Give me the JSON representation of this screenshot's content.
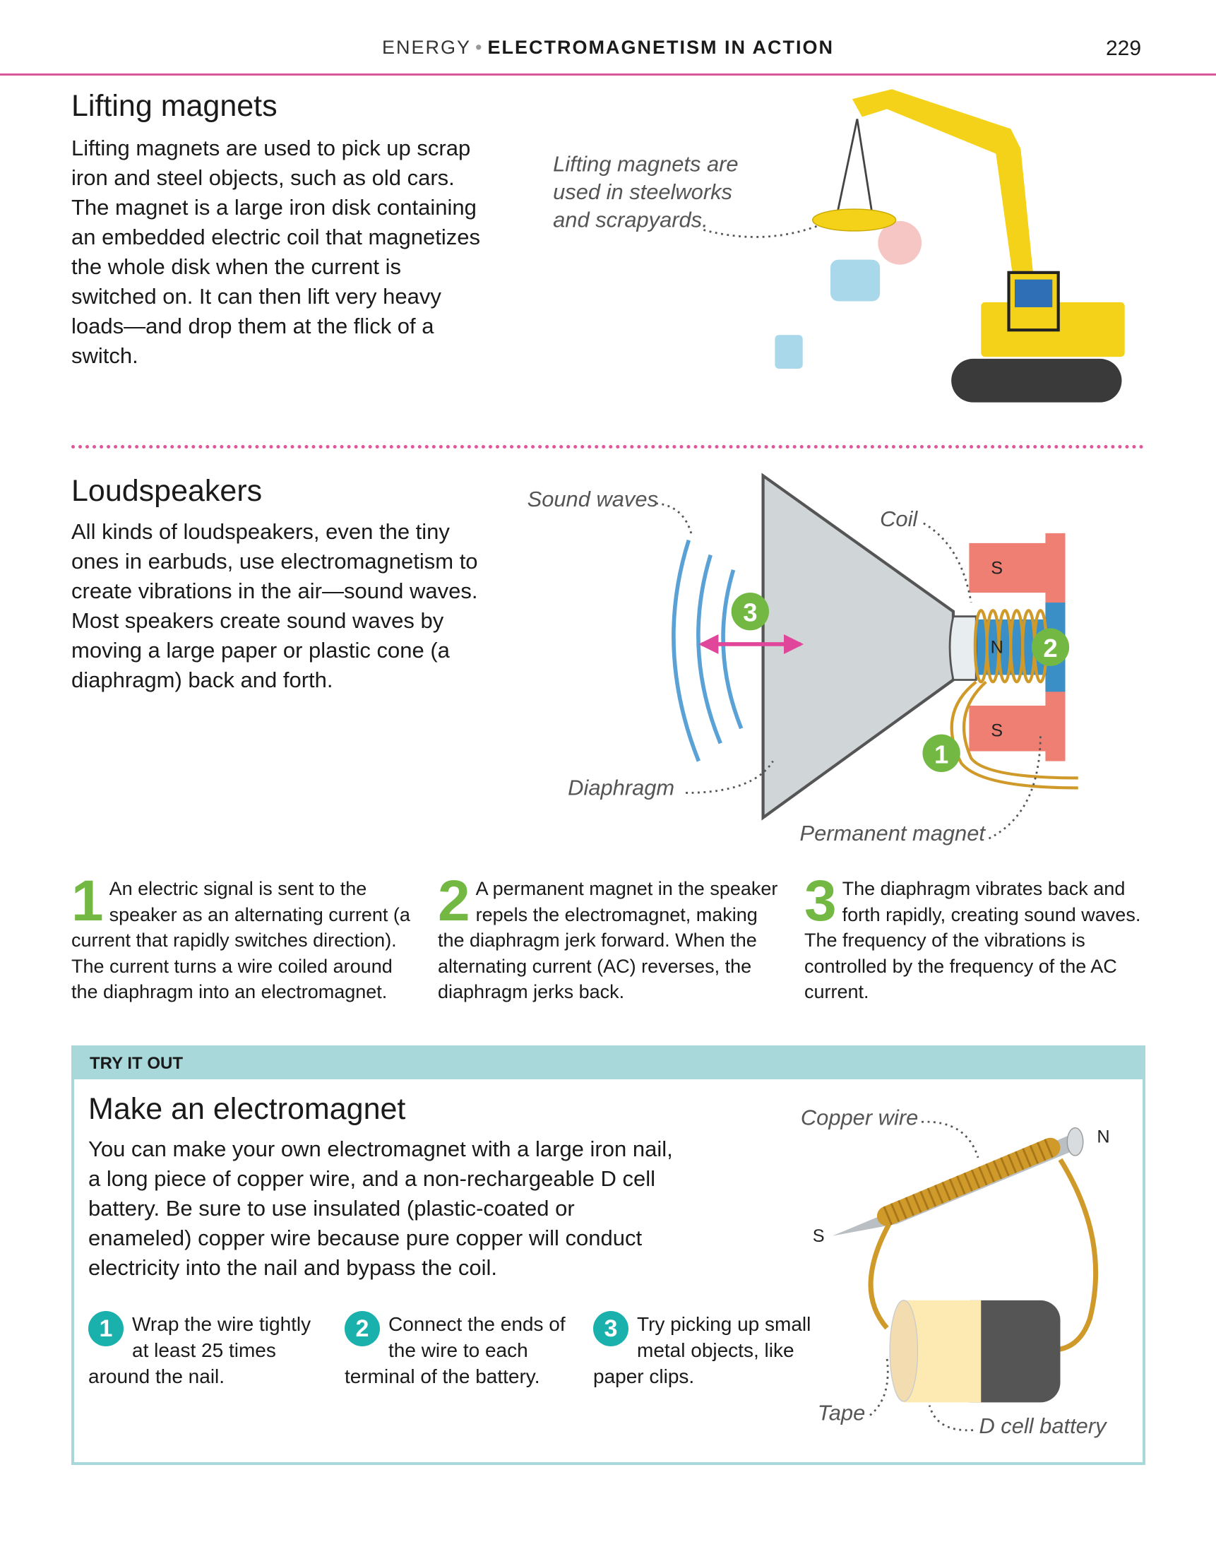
{
  "header": {
    "section": "ENERGY",
    "title": "ELECTROMAGNETISM IN ACTION",
    "page_number": "229"
  },
  "lifting": {
    "heading": "Lifting magnets",
    "body": "Lifting magnets are used to pick up scrap iron and steel objects, such as old cars. The magnet is a large iron disk containing an embedded electric coil that magnetizes the whole disk when the current is switched on. It can then lift very heavy loads—and drop them at the flick of a switch.",
    "caption": [
      "Lifting magnets are",
      "used in steelworks",
      "and scrapyards."
    ]
  },
  "loudspeakers": {
    "heading": "Loudspeakers",
    "body": "All kinds of loudspeakers, even the tiny ones in earbuds, use electromagnetism to create vibrations in the air—sound waves. Most speakers create sound waves by moving a large paper or plastic cone (a diagraphm) back and forth.",
    "labels": {
      "sound_waves": "Sound waves",
      "coil": "Coil",
      "diaphragm": "Diaphragm",
      "permanent_magnet": "Permanent magnet",
      "s_top": "S",
      "n": "N",
      "s_bottom": "S"
    },
    "markers": [
      "1",
      "2",
      "3"
    ],
    "steps": [
      {
        "num": "1",
        "text": "An electric signal is sent to the speaker as an alternating current (a current that rapidly switches direction). The current turns a wire coiled around the diaphragm into an electromagnet."
      },
      {
        "num": "2",
        "text": "A permanent magnet in the speaker repels the electromagnet, making the diaphragm jerk forward. When the alternating current (AC) reverses, the diaphragm jerks back."
      },
      {
        "num": "3",
        "text": "The diaphragm vibrates back and forth rapidly, creating sound waves. The frequency of the vibrations is controlled by the frequency of the AC current."
      }
    ]
  },
  "try_it_out": {
    "label": "TRY IT OUT",
    "heading": "Make an electromagnet",
    "body": "You can make your own electromagnet with a large iron nail, a long piece of copper wire, and a non-rechargeable D cell battery. Be sure to use insulated (plastic-coated or enameled) copper wire because pure copper will conduct electricity into the nail and bypass the coil.",
    "steps": [
      {
        "num": "1",
        "text": "Wrap the wire tightly at least 25 times around the nail."
      },
      {
        "num": "2",
        "text": "Connect the ends of the wire to each terminal of the battery."
      },
      {
        "num": "3",
        "text": "Try picking up small metal objects, like paper clips."
      }
    ],
    "labels": {
      "copper_wire": "Copper wire",
      "n": "N",
      "s": "S",
      "tape": "Tape",
      "battery": "D cell battery"
    }
  },
  "colors": {
    "accent_pink": "#d9569a",
    "green": "#72b843",
    "teal": "#1ab0ac",
    "box": "#a8d8d9",
    "crane_yellow": "#f5d21a"
  }
}
